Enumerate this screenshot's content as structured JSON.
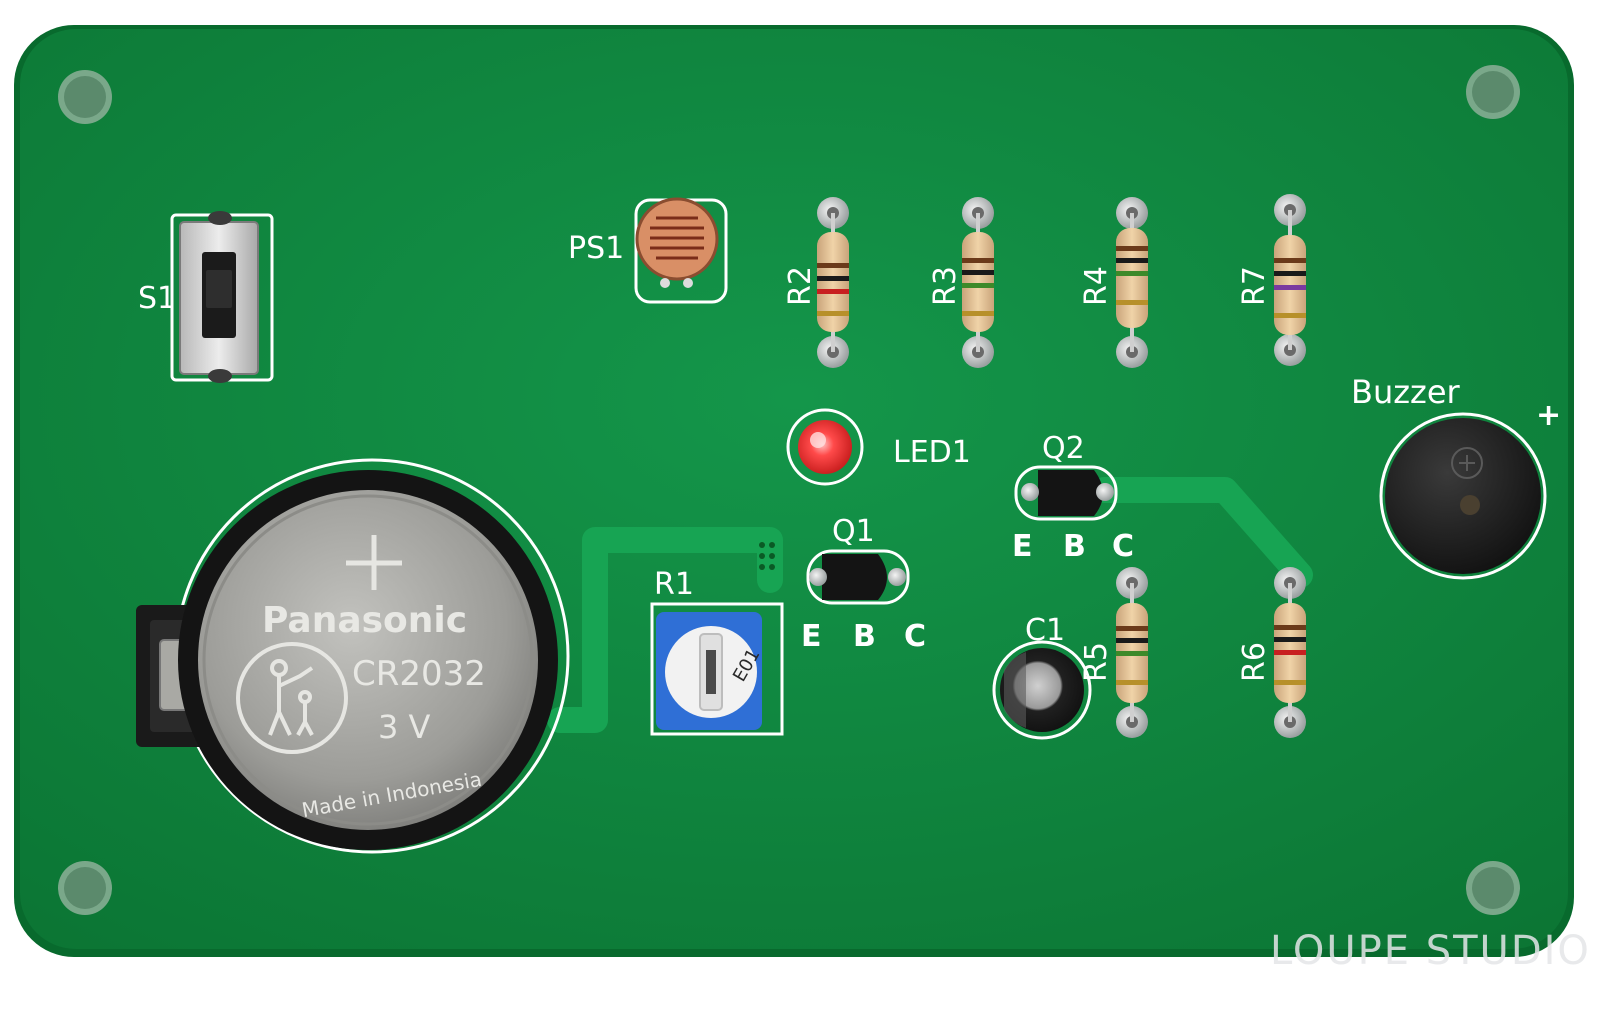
{
  "labels": {
    "s1": "S1",
    "ps1": "PS1",
    "r2": "R2",
    "r3": "R3",
    "r4": "R4",
    "r7": "R7",
    "led1": "LED1",
    "q2": "Q2",
    "q1": "Q1",
    "r1": "R1",
    "buzzer": "Buzzer",
    "plus": "+",
    "c1": "C1",
    "r5": "R5",
    "r6": "R6",
    "q2_pins": [
      "E",
      "B",
      "C"
    ],
    "q1_pins": [
      "E",
      "B",
      "C"
    ]
  },
  "battery": {
    "brand": "Panasonic",
    "model": "CR2032",
    "voltage": "3 V",
    "origin": "Made in Indonesia"
  },
  "trimmer_marking": "E01",
  "watermark": "LOUPE STUDIO",
  "colors": {
    "board": "#0f8a3c",
    "silkscreen": "#ffffff",
    "led": "#ff3a3a",
    "trimmer": "#2f6fd6",
    "battery": "#a8a8a4",
    "buzzer": "#1c1c1c"
  }
}
